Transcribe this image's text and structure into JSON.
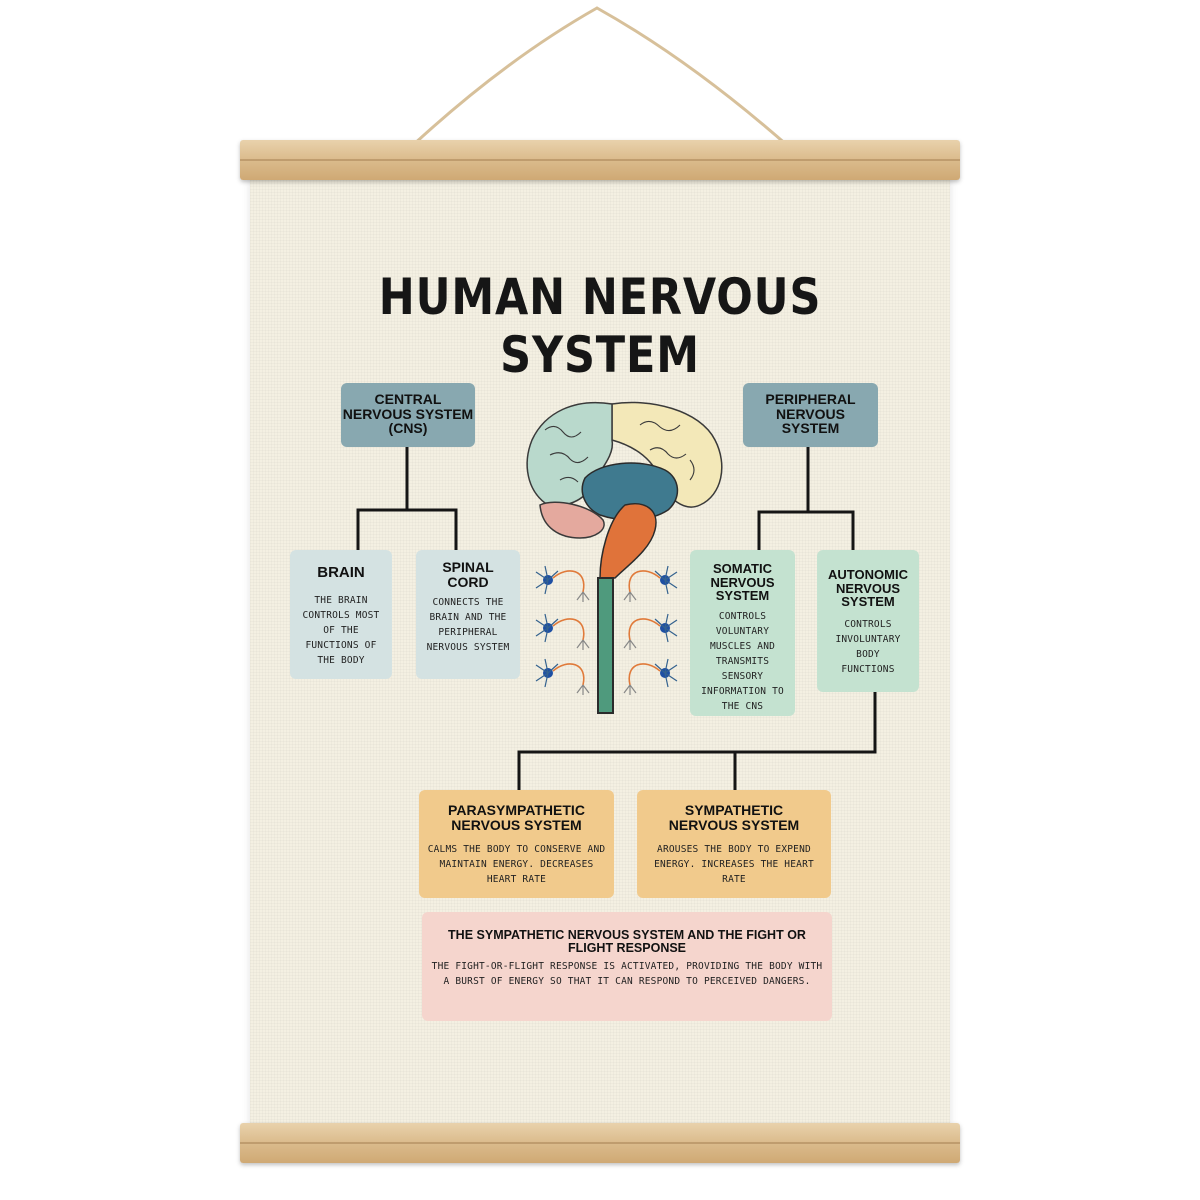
{
  "title": "HUMAN NERVOUS SYSTEM",
  "cns": {
    "title": "CENTRAL NERVOUS SYSTEM (CNS)"
  },
  "pns": {
    "title": "PERIPHERAL NERVOUS SYSTEM"
  },
  "brain": {
    "title": "BRAIN",
    "text": "THE BRAIN CONTROLS MOST OF THE FUNCTIONS OF THE BODY"
  },
  "spinal_cord": {
    "title": "SPINAL CORD",
    "text": "CONNECTS THE BRAIN AND THE PERIPHERAL NERVOUS SYSTEM"
  },
  "somatic": {
    "title": "SOMATIC NERVOUS SYSTEM",
    "text": "CONTROLS VOLUNTARY MUSCLES AND TRANSMITS SENSORY INFORMATION TO THE CNS"
  },
  "autonomic": {
    "title": "AUTONOMIC NERVOUS SYSTEM",
    "text": "CONTROLS INVOLUNTARY BODY FUNCTIONS"
  },
  "parasympathetic": {
    "title": "PARASYMPATHETIC NERVOUS SYSTEM",
    "text": "CALMS THE BODY TO CONSERVE AND MAINTAIN ENERGY. DECREASES HEART RATE"
  },
  "sympathetic": {
    "title": "SYMPATHETIC NERVOUS SYSTEM",
    "text": "AROUSES THE BODY TO EXPEND ENERGY. INCREASES THE HEART RATE"
  },
  "fight_flight": {
    "title": "THE SYMPATHETIC NERVOUS SYSTEM AND THE FIGHT OR FLIGHT RESPONSE",
    "text": "THE FIGHT-OR-FLIGHT RESPONSE IS ACTIVATED, PROVIDING THE BODY WITH A BURST OF ENERGY SO THAT IT CAN RESPOND TO PERCEIVED DANGERS."
  },
  "colors": {
    "header_box": "#88a8b0",
    "cns_box": "#d4e2e2",
    "pns_box": "#c4e2d0",
    "autonomic_box": "#f1ca8c",
    "fight_flight_box": "#f5d5cd",
    "connector": "#151515"
  }
}
